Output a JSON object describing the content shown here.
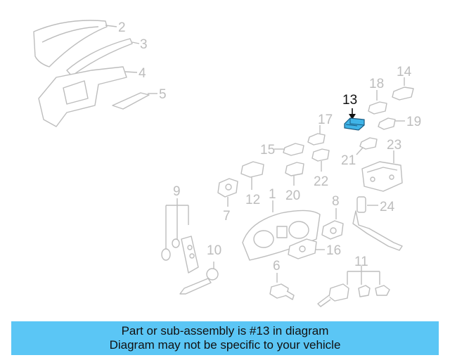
{
  "callouts": [
    {
      "id": "2",
      "label": "2"
    },
    {
      "id": "3",
      "label": "3"
    },
    {
      "id": "4",
      "label": "4"
    },
    {
      "id": "5",
      "label": "5"
    },
    {
      "id": "13",
      "label": "13",
      "highlighted": true
    },
    {
      "id": "14",
      "label": "14"
    },
    {
      "id": "18",
      "label": "18"
    },
    {
      "id": "19",
      "label": "19"
    },
    {
      "id": "17",
      "label": "17"
    },
    {
      "id": "23",
      "label": "23"
    },
    {
      "id": "15",
      "label": "15"
    },
    {
      "id": "21",
      "label": "21"
    },
    {
      "id": "22",
      "label": "22"
    },
    {
      "id": "9",
      "label": "9"
    },
    {
      "id": "12",
      "label": "12"
    },
    {
      "id": "1",
      "label": "1"
    },
    {
      "id": "20",
      "label": "20"
    },
    {
      "id": "8",
      "label": "8"
    },
    {
      "id": "24",
      "label": "24"
    },
    {
      "id": "7",
      "label": "7"
    },
    {
      "id": "10",
      "label": "10"
    },
    {
      "id": "16",
      "label": "16"
    },
    {
      "id": "11",
      "label": "11"
    },
    {
      "id": "6",
      "label": "6"
    }
  ],
  "caption": {
    "line1": "Part or sub-assembly is #13 in diagram",
    "line2": "Diagram may not be specific to your vehicle"
  },
  "colors": {
    "highlight": "#3fb4e8",
    "caption_bg": "#5bc6f5",
    "line_art": "#bdbdbd"
  }
}
